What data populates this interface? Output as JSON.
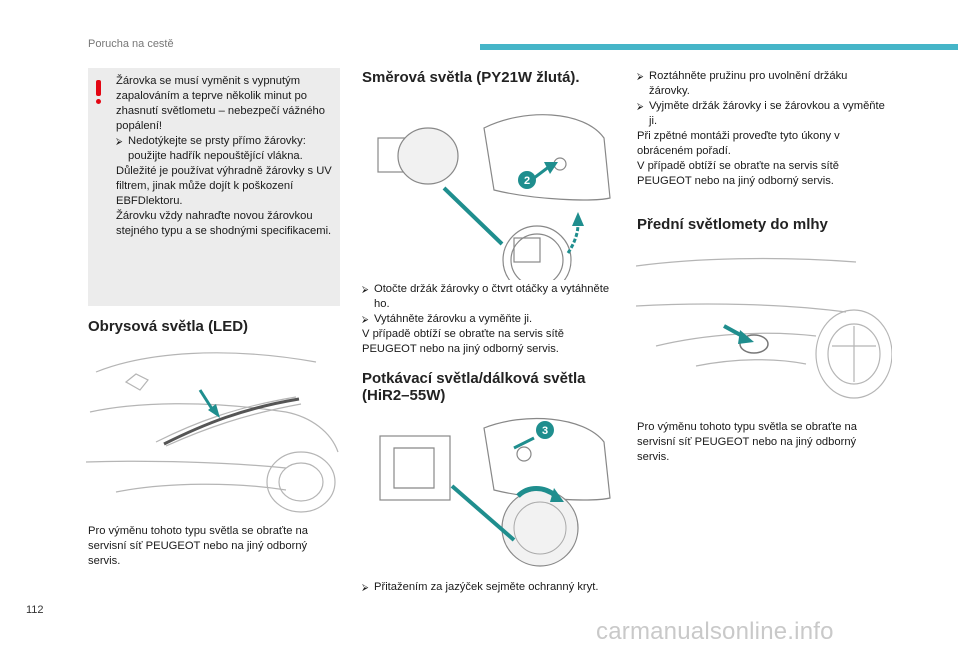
{
  "header": {
    "section_title": "Porucha na cestě"
  },
  "page_number": "112",
  "watermark": "carmanualsonline.info",
  "colors": {
    "accent": "#45b5c8",
    "warning": "#e30613",
    "arrow": "#1f8e8e"
  },
  "warning_box": {
    "icon": "exclamation-icon",
    "line1": "Žárovka se musí vyměnit s vypnutým zapalováním a teprve několik minut po zhasnutí světlometu – nebezpečí vážného popálení!",
    "bullet1": "Nedotýkejte se prsty přímo žárovky: použijte hadřík nepouštějící vlákna.",
    "line2": "Důležité je používat výhradně žárovky s UV filtrem, jinak může dojít k poškození EBFDlektoru.",
    "line3": "Žárovku vždy nahraďte novou žárovkou stejného typu a se shodnými specifikacemi."
  },
  "left": {
    "heading": "Obrysová světla (LED)",
    "text": "Pro výměnu tohoto typu světla se obraťte na servisní síť PEUGEOT nebo na jiný odborný servis."
  },
  "middle": {
    "heading1": "Směrová světla (PY21W žlutá).",
    "callout1": "2",
    "bullet1": "Otočte držák žárovky o čtvrt otáčky a vytáhněte ho.",
    "bullet2": "Vytáhněte žárovku a vyměňte ji.",
    "text1": "V případě obtíží se obraťte na servis sítě PEUGEOT nebo na jiný odborný servis.",
    "heading2": "Potkávací světla/dálková světla (HiR2–55W)",
    "callout2": "3",
    "bullet3": "Přitažením za jazýček sejměte ochranný kryt."
  },
  "right": {
    "bullet1": "Roztáhněte pružinu pro uvolnění držáku žárovky.",
    "bullet2": "Vyjměte držák žárovky i se žárovkou a vyměňte ji.",
    "text1": "Při zpětné montáži proveďte tyto úkony v obráceném pořadí.",
    "text2": "V případě obtíží se obraťte na servis sítě PEUGEOT nebo na jiný odborný servis.",
    "heading": "Přední světlomety do mlhy",
    "text3": "Pro výměnu tohoto typu světla se obraťte na servisní síť PEUGEOT nebo na jiný odborný servis."
  }
}
